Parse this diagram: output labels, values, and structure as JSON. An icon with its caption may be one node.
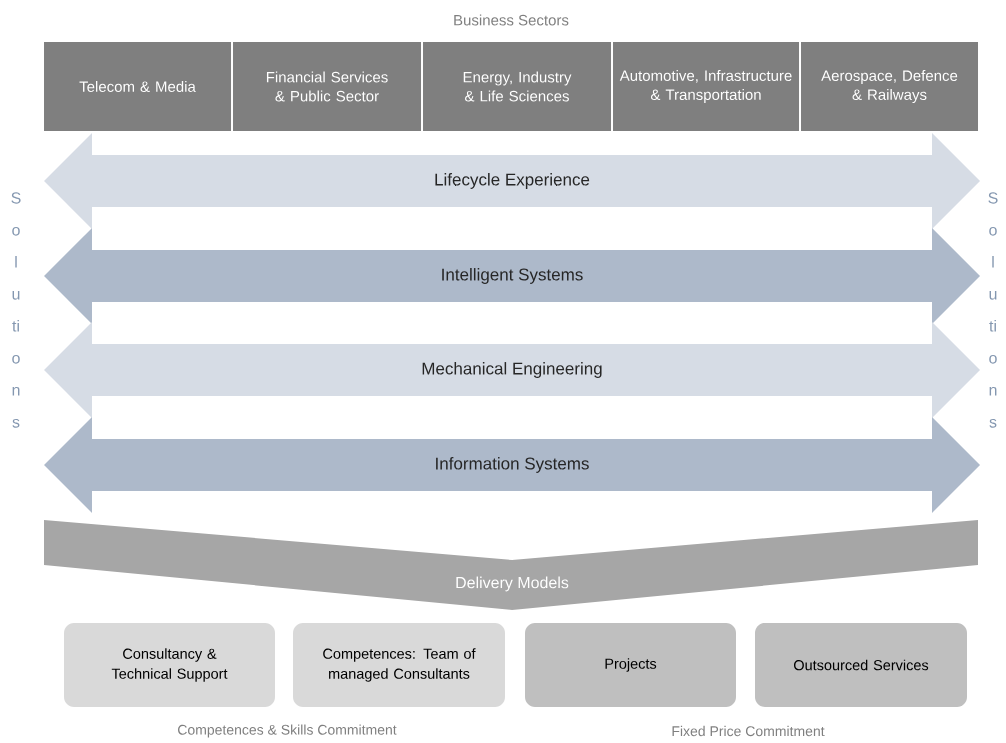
{
  "diagram": {
    "title": "Business Sectors",
    "nodes": [
      {
        "text": [
          "Telecom & Media"
        ]
      },
      {
        "text": [
          "Financial Services & Public Sector"
        ]
      },
      {
        "text": [
          "Energy, Industry & Life Sciences"
        ]
      },
      {
        "text": [
          "Automotive, Infrastructure & Transportation"
        ]
      },
      {
        "text": [
          "Aerospace, Defence & Railways"
        ]
      },
      {
        "text": [
          "Lifecycle Experience"
        ]
      },
      {
        "text": [
          "Intelligent Systems"
        ]
      },
      {
        "text": [
          "Mechanical Engineering"
        ]
      },
      {
        "text": [
          "Information Systems"
        ]
      },
      {
        "text": [
          "Delivery Models"
        ]
      },
      {
        "text": [
          "Consultancy & Technical Support"
        ]
      },
      {
        "text": [
          "Competences: Team of managed Consultants"
        ]
      },
      {
        "text": [
          "Projects"
        ]
      },
      {
        "text": [
          "Outsourced Services"
        ]
      }
    ],
    "edges": [],
    "labels": [
      "Solutions",
      "Solutions",
      "Competences & Skills Commitment",
      "Fixed Price Commitment"
    ]
  }
}
